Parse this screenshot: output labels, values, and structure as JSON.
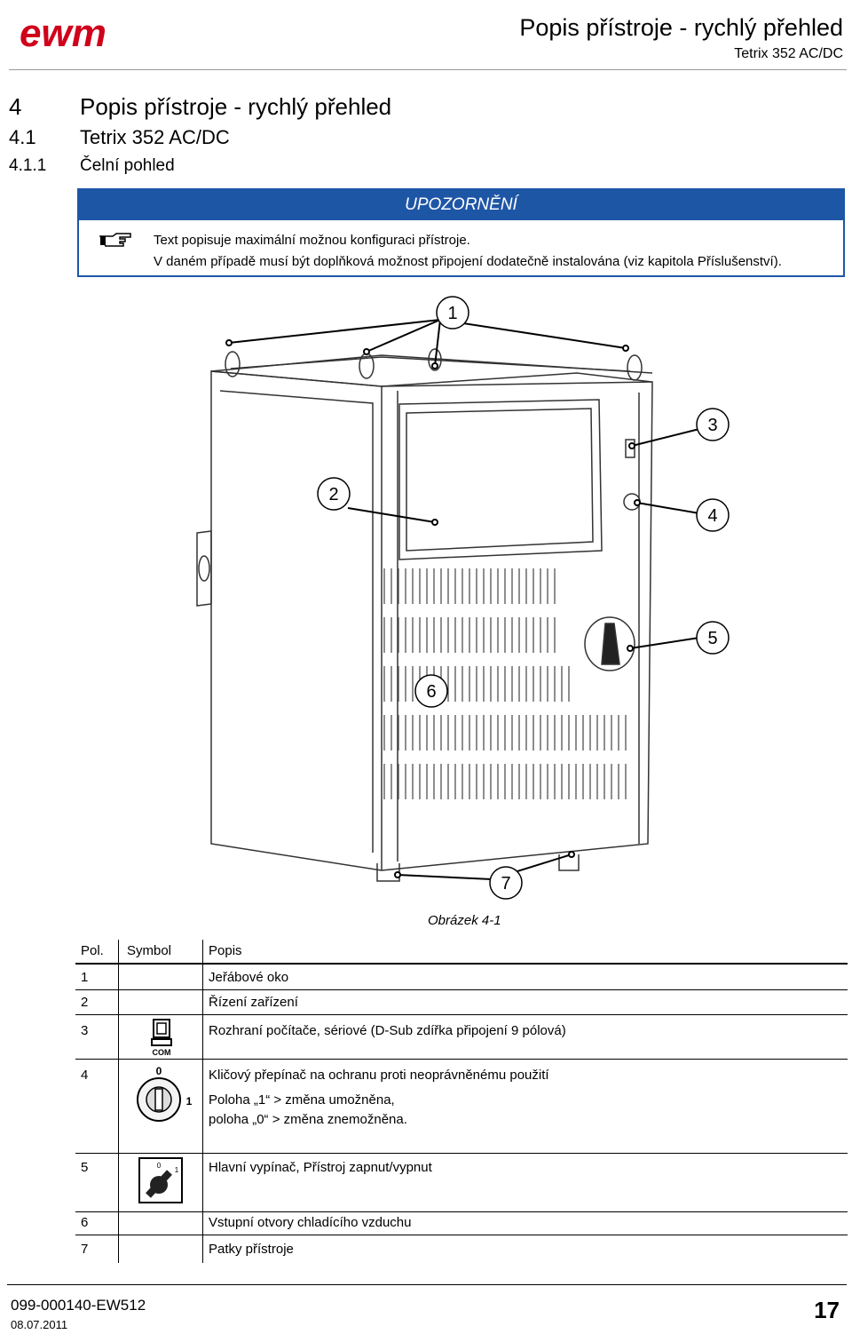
{
  "header": {
    "logo_text": "ewm",
    "title": "Popis přístroje - rychlý přehled",
    "subtitle": "Tetrix 352 AC/DC"
  },
  "sections": {
    "s1_num": "4",
    "s1_title": "Popis přístroje - rychlý přehled",
    "s2_num": "4.1",
    "s2_title": "Tetrix 352 AC/DC",
    "s3_num": "4.1.1",
    "s3_title": "Čelní pohled"
  },
  "notice": {
    "title": "UPOZORNĚNÍ",
    "line1": "Text popisuje maximální možnou konfiguraci přístroje.",
    "line2": "V daném případě musí být doplňková možnost připojení dodatečně instalována (viz kapitola Příslušenství).",
    "icon": "pointing-hand-icon"
  },
  "figure": {
    "callouts": [
      "1",
      "2",
      "3",
      "4",
      "5",
      "6",
      "7"
    ],
    "caption": "Obrázek 4-1"
  },
  "table": {
    "headers": {
      "pos": "Pol.",
      "symbol": "Symbol",
      "desc": "Popis"
    },
    "rows": [
      {
        "pos": "1",
        "desc": "Jeřábové oko"
      },
      {
        "pos": "2",
        "desc": "Řízení zařízení"
      },
      {
        "pos": "3",
        "desc": "Rozhraní počítače, sériové (D-Sub zdířka připojení 9 pólová)",
        "symbol": "com-port-icon",
        "symbol_label": "COM"
      },
      {
        "pos": "4",
        "desc": "Kličový přepínač na ochranu proti neoprávněnému použití",
        "desc2": "Poloha „1“ > změna umožněna,",
        "desc3": "poloha „0“ > změna znemožněna.",
        "symbol": "key-switch-icon",
        "sym_0": "0",
        "sym_1": "1"
      },
      {
        "pos": "5",
        "desc": "Hlavní vypínač, Přístroj zapnut/vypnut",
        "symbol": "main-switch-icon",
        "sym_0": "0",
        "sym_1": "1"
      },
      {
        "pos": "6",
        "desc": "Vstupní otvory chladícího vzduchu"
      },
      {
        "pos": "7",
        "desc": "Patky přístroje"
      }
    ]
  },
  "footer": {
    "code": "099-000140-EW512",
    "date": "08.07.2011",
    "page": "17"
  },
  "colors": {
    "accent": "#1e56a6"
  }
}
